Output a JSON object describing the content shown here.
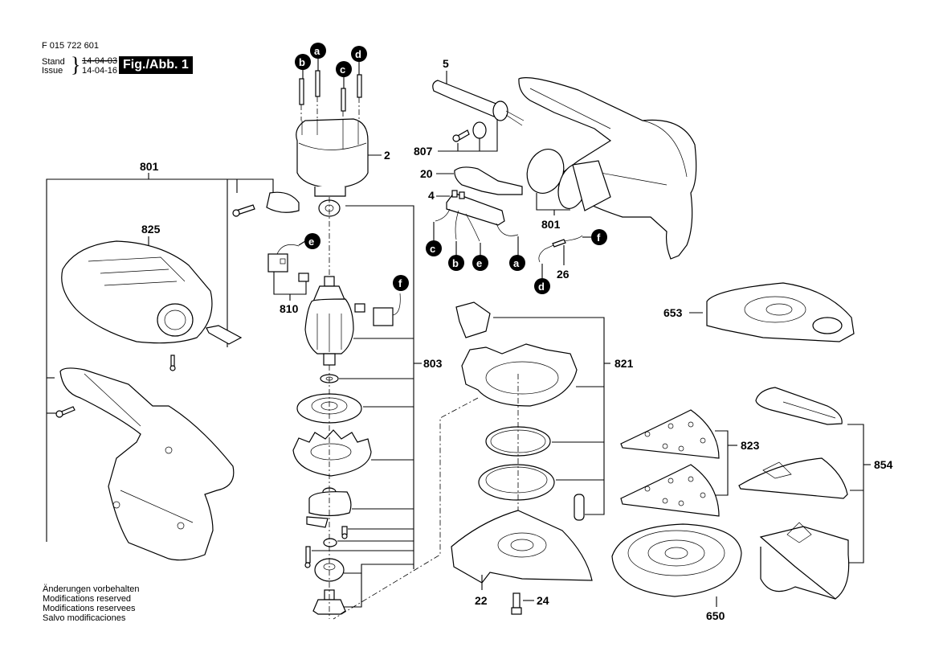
{
  "header": {
    "document_number": "F 015 722 601",
    "stand_label": "Stand",
    "issue_label": "Issue",
    "brace": "}",
    "stand_date": "14-04-03",
    "issue_date": "14-04-16",
    "figure_label": "Fig./Abb. 1"
  },
  "footer_notes": [
    "Änderungen vorbehalten",
    "Modifications reserved",
    "Modifications reservees",
    "Salvo modificaciones"
  ],
  "part_labels": {
    "p2": "2",
    "p4": "4",
    "p5": "5",
    "p20": "20",
    "p22": "22",
    "p24": "24",
    "p26": "26",
    "p650": "650",
    "p653": "653",
    "p801_left": "801",
    "p801_right": "801",
    "p803": "803",
    "p807": "807",
    "p810": "810",
    "p821": "821",
    "p823": "823",
    "p825": "825",
    "p854": "854"
  },
  "connector_markers": {
    "motor_top": [
      "b",
      "a",
      "c",
      "d"
    ],
    "switch_wires": [
      "c",
      "b",
      "e",
      "a"
    ],
    "brush_left": "e",
    "brush_right": "f",
    "wire_26_top": "f",
    "wire_26_bottom": "d"
  }
}
